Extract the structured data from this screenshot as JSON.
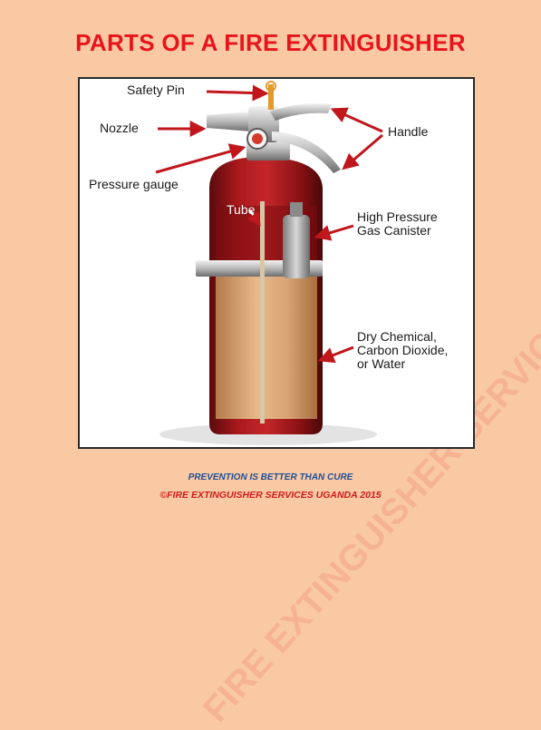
{
  "title": "PARTS OF A FIRE EXTINGUISHER",
  "watermark": "FIRE EXTINGUISHER SERVICES UGANDA",
  "labels": {
    "safety_pin": "Safety Pin",
    "nozzle": "Nozzle",
    "handle": "Handle",
    "pressure_gauge": "Pressure gauge",
    "tube": "Tube",
    "gas_canister_line1": "High Pressure",
    "gas_canister_line2": "Gas Canister",
    "contents_line1": "Dry Chemical,",
    "contents_line2": "Carbon Dioxide,",
    "contents_line3": "or Water"
  },
  "footer": {
    "motto": "PREVENTION IS BETTER THAN CURE",
    "copyright": "©FIRE EXTINGUISHER SERVICES UGANDA 2015"
  },
  "colors": {
    "title": "#e8141b",
    "arrow": "#c0161c",
    "cylinder": "#8e1216",
    "contents": "#d9a574",
    "background": "#f9c9a4"
  }
}
